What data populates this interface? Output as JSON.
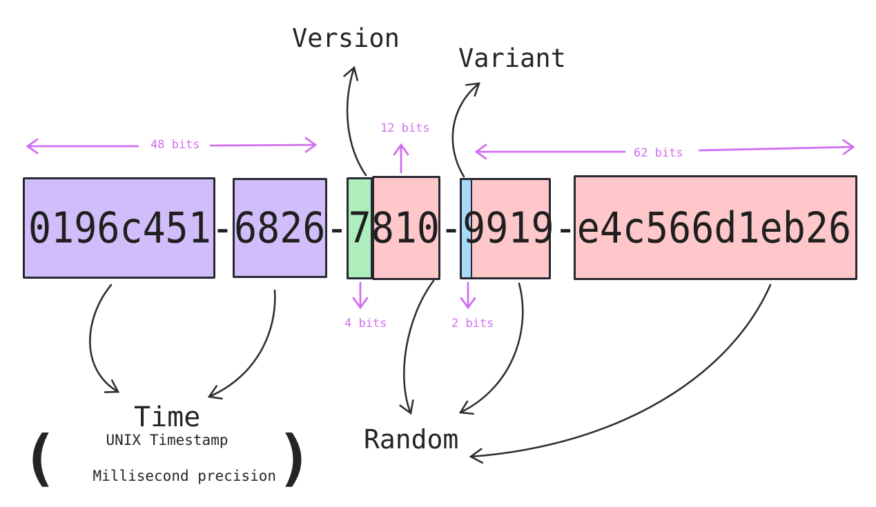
{
  "uuid": "0196c451-6826-7810-9919-e4c566d1eb26",
  "labels": {
    "version": "Version",
    "variant": "Variant",
    "time": "Time",
    "random": "Random"
  },
  "time_note": {
    "open_paren": "(",
    "line1": "UNIX Timestamp",
    "line2": "Millisecond precision",
    "close_paren": ")"
  },
  "bit_labels": {
    "time_total": "48 bits",
    "random_a": "12 bits",
    "random_b_total": "62 bits",
    "version": "4 bits",
    "variant": "2 bits"
  },
  "segments": [
    {
      "text": "0196c451",
      "part": "time",
      "bits": "48 bits (with next segment)",
      "color": "#d1bdf9"
    },
    {
      "text": "6826",
      "part": "time",
      "bits": "48 bits (with previous segment)",
      "color": "#d1bdf9"
    },
    {
      "text": "7",
      "part": "version",
      "bits": "4 bits",
      "color": "#aeeebd"
    },
    {
      "text": "810",
      "part": "random",
      "bits": "12 bits",
      "color": "#fec7c9"
    },
    {
      "text": "9919",
      "part": "variant + random",
      "bits": "2 bits variant",
      "color": "#a7d9f9 / #fec7c9"
    },
    {
      "text": "e4c566d1eb26",
      "part": "random",
      "bits": "62 bits (with variant segment remainder)",
      "color": "#fec7c9"
    }
  ],
  "colors": {
    "purple_fill": "#d1bdf9",
    "green_fill": "#aeeebd",
    "pink_fill": "#fec7c9",
    "blue_fill": "#a7d9f9",
    "outline": "#262730",
    "arrow_black": "#2e2e2e",
    "accent_magenta": "#d16ef0",
    "text": "#242424",
    "background": "#ffffff"
  }
}
